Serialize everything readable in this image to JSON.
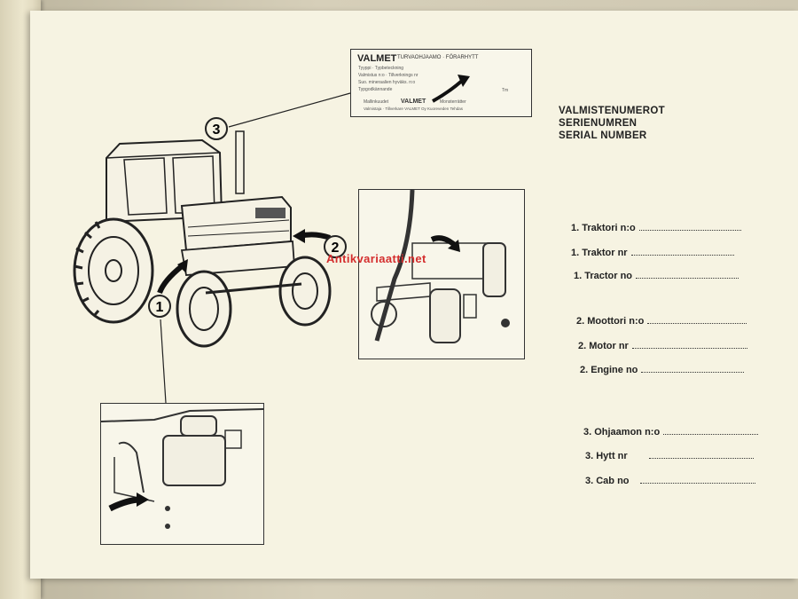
{
  "plate": {
    "brand": "VALMET",
    "title": "TURVAOHJAAMO · FÖRARHYTT",
    "lines": [
      "Tyyppi · Typbeteckning",
      "Valmistus n:o · Tillverknings nr",
      "Suo. mineraalien hyväks. n:o",
      "Typgodkännande"
    ],
    "unit": "Tm",
    "maker_line": "Mallinkuudet",
    "maker_brand": "VALMET",
    "maker_suffix": "Monsterrätter",
    "footer": "Valmistaja · Tillverkare VALMET Oy Kuoreveden Tehdas"
  },
  "headings": [
    "VALMISTENUMEROT",
    "SERIENUMREN",
    "SERIAL NUMBER"
  ],
  "fields": [
    {
      "label": "1. Traktori n:o"
    },
    {
      "label": "1. Traktor nr"
    },
    {
      "label": "1. Tractor no"
    },
    {
      "label": "2. Moottori n:o"
    },
    {
      "label": "2. Motor nr"
    },
    {
      "label": "2. Engine no"
    },
    {
      "label": "3. Ohjaamon n:o"
    },
    {
      "label": "3. Hytt nr"
    },
    {
      "label": "3. Cab no"
    }
  ],
  "callouts": [
    "1",
    "2",
    "3"
  ],
  "watermark": "Antikvariaatti.net"
}
